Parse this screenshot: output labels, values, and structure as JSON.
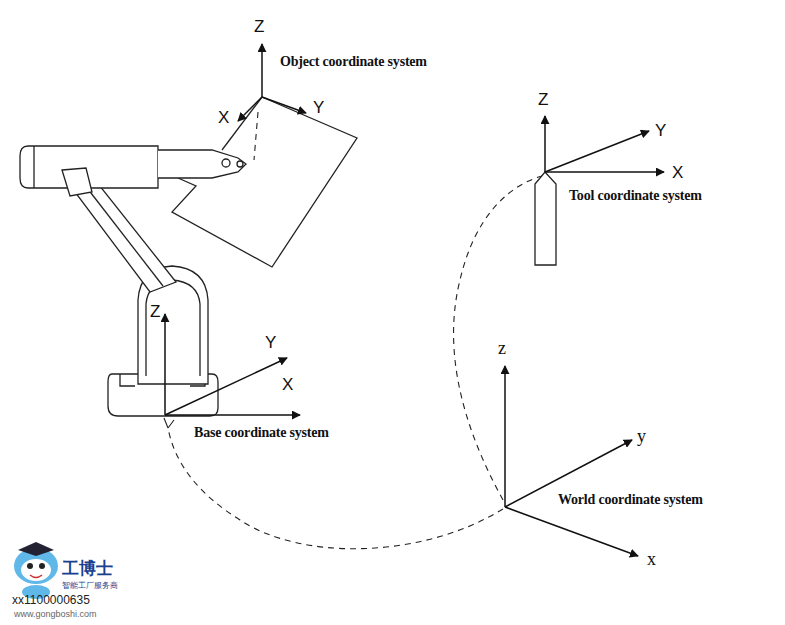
{
  "diagram": {
    "labels": [
      "Z",
      "X",
      "Y",
      "Object coordinate system",
      "Z",
      "Y",
      "X",
      "Tool coordinate system",
      "Z",
      "Y",
      "X",
      "Base coordinate system",
      "z",
      "y",
      "World coordinate system",
      "x",
      "工博士",
      "智能工厂服务商",
      "xx1100000635",
      "www.gongboshi.com"
    ]
  }
}
